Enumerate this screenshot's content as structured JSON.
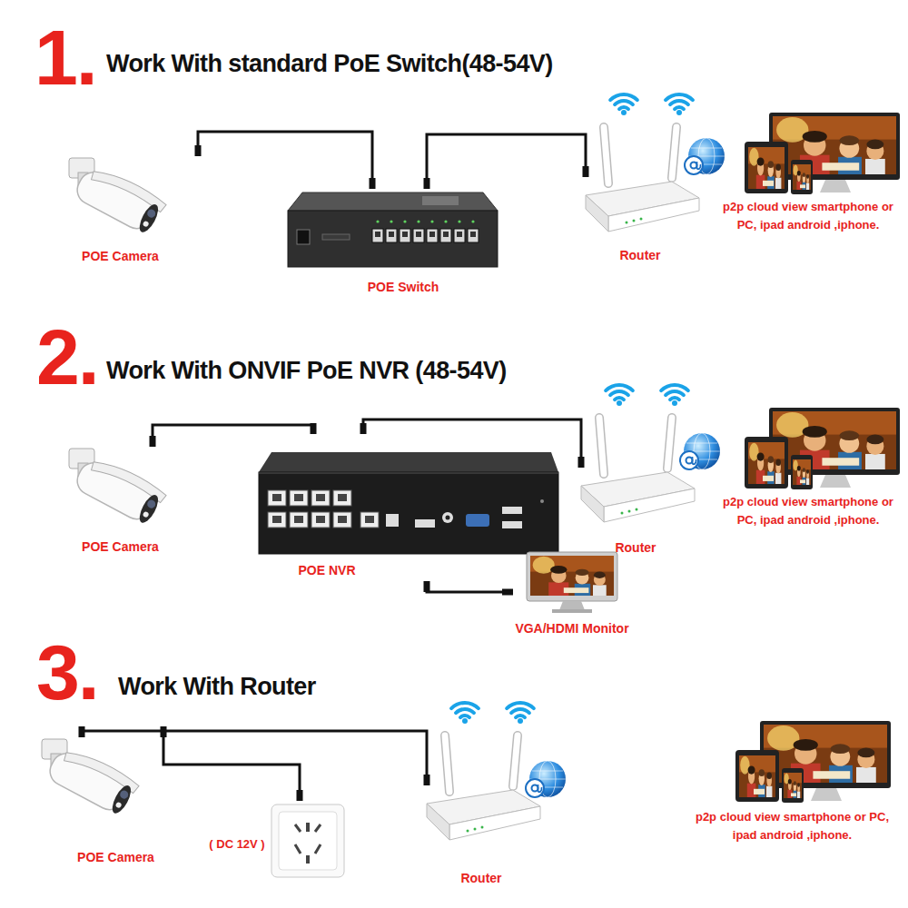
{
  "diagram": {
    "nodes": [
      {
        "text": [
          "POE Camera"
        ]
      },
      {
        "text": [
          "POE Switch"
        ]
      },
      {
        "text": [
          "Router"
        ]
      },
      {
        "text": [
          "p2p cloud view smartphone or PC, ipad android ,iphone."
        ]
      },
      {
        "text": [
          "POE Camera"
        ]
      },
      {
        "text": [
          "POE NVR"
        ]
      },
      {
        "text": [
          "Router"
        ]
      },
      {
        "text": [
          "p2p cloud view smartphone or PC, ipad android ,iphone."
        ]
      },
      {
        "text": [
          "VGA/HDMI Monitor"
        ]
      },
      {
        "text": [
          "POE Camera"
        ]
      },
      {
        "text": [
          "( DC 12V )"
        ]
      },
      {
        "text": [
          "Router"
        ]
      },
      {
        "text": [
          "p2p cloud view smartphone or PC, ipad android ,iphone."
        ]
      }
    ],
    "edges": [
      {
        "from": 0,
        "to": 1,
        "arrow": "none"
      },
      {
        "from": 1,
        "to": 2,
        "arrow": "none"
      },
      {
        "from": 4,
        "to": 5,
        "arrow": "none"
      },
      {
        "from": 5,
        "to": 6,
        "arrow": "none"
      },
      {
        "from": 5,
        "to": 8,
        "arrow": "none"
      },
      {
        "from": 9,
        "to": 11,
        "arrow": "none"
      },
      {
        "from": 9,
        "to": 10,
        "arrow": "none"
      }
    ],
    "labels": [
      "1.",
      "Work With standard PoE Switch(48-54V)",
      "2.",
      "Work With ONVIF PoE NVR (48-54V)",
      "3.",
      "Work With Router"
    ]
  }
}
